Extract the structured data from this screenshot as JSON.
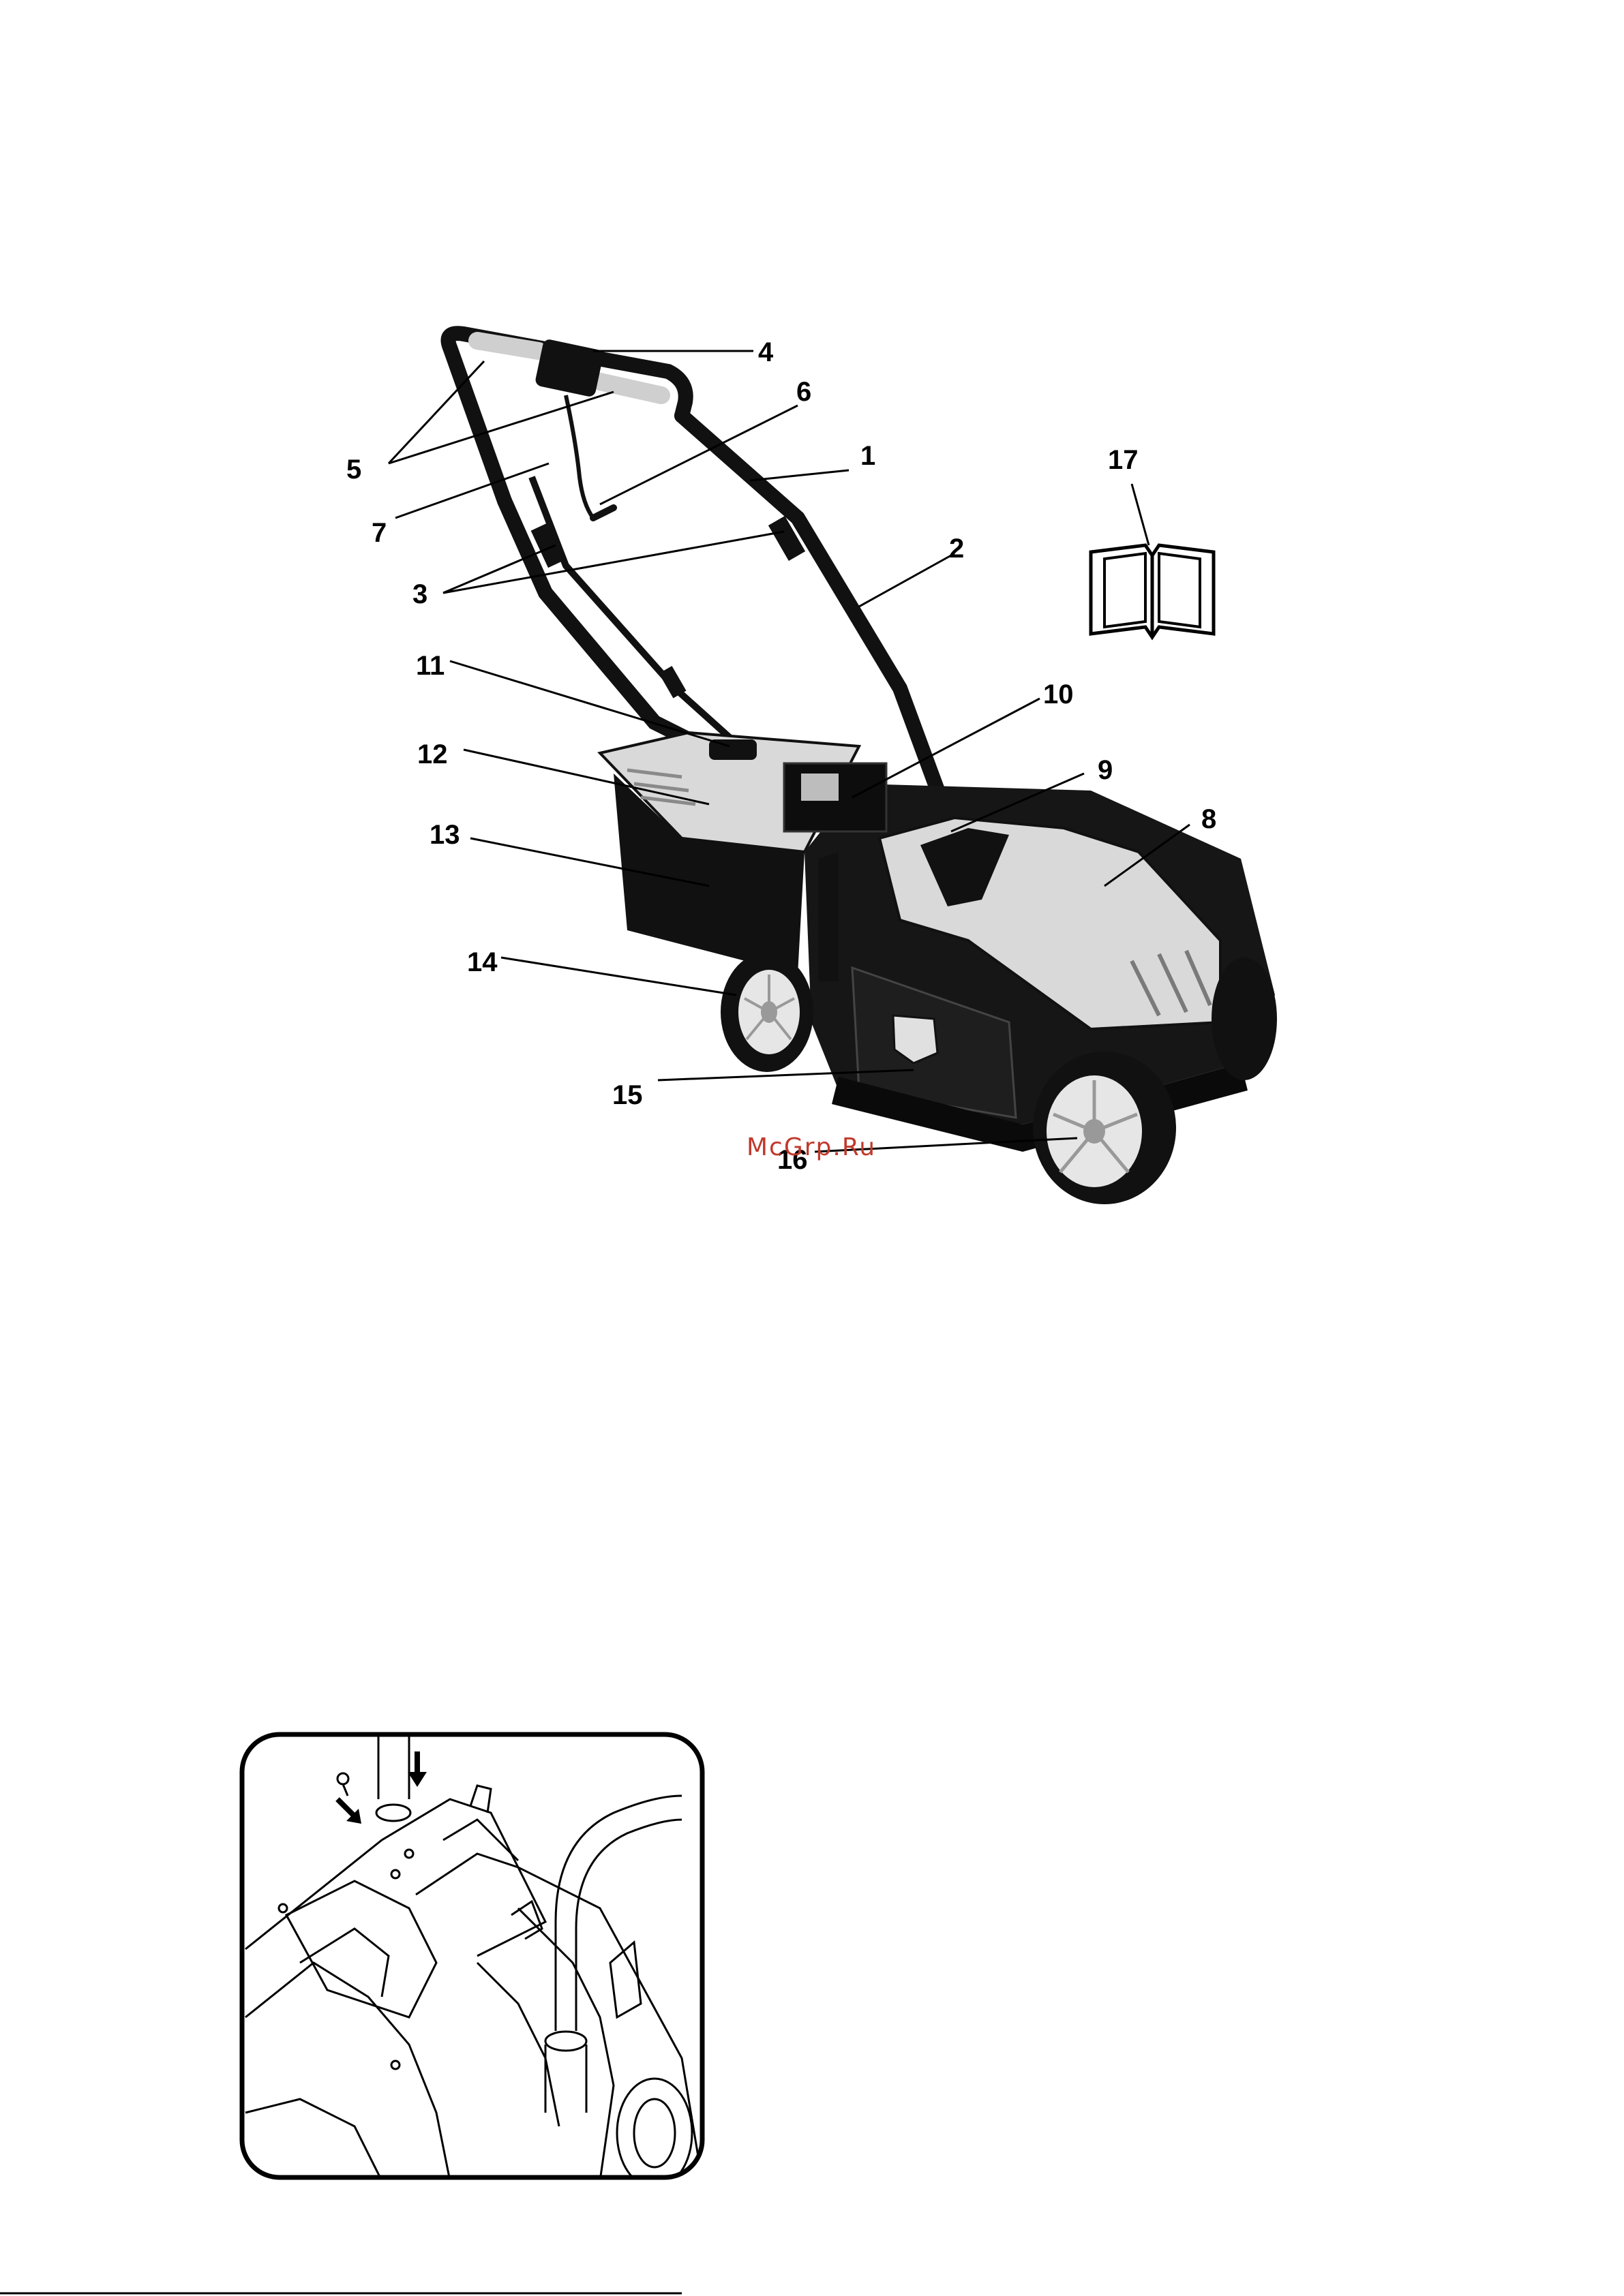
{
  "figure1": {
    "callouts": {
      "c1": "1",
      "c2": "2",
      "c3": "3",
      "c4": "4",
      "c5": "5",
      "c6": "6",
      "c7": "7",
      "c8": "8",
      "c9": "9",
      "c10": "10",
      "c11": "11",
      "c12": "12",
      "c13": "13",
      "c14": "14",
      "c15": "15",
      "c16": "16",
      "c17": "17"
    },
    "icons": {
      "manual": "open-book-icon"
    }
  },
  "watermark": "McGrp.Ru",
  "colors": {
    "ink": "#000000",
    "watermark": "#c0392b",
    "light_panel": "#d9d9d9",
    "body": "#111111"
  }
}
